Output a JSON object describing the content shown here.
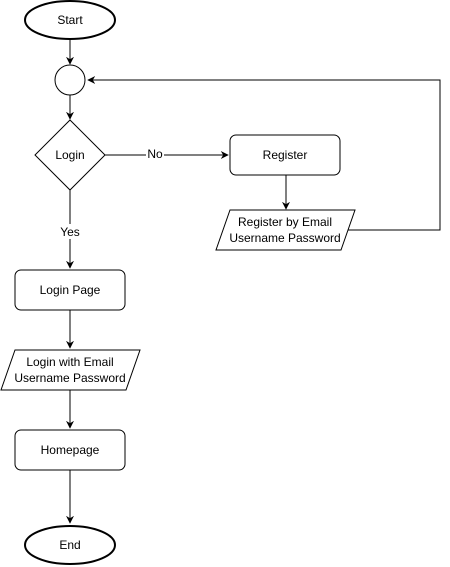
{
  "nodes": {
    "start": "Start",
    "login": "Login",
    "register": "Register",
    "register_by": [
      "Register by Email",
      "Username Password"
    ],
    "login_page": "Login Page",
    "login_with": [
      "Login with Email",
      "Username Password"
    ],
    "homepage": "Homepage",
    "end": "End"
  },
  "edges": {
    "no": "No",
    "yes": "Yes"
  }
}
